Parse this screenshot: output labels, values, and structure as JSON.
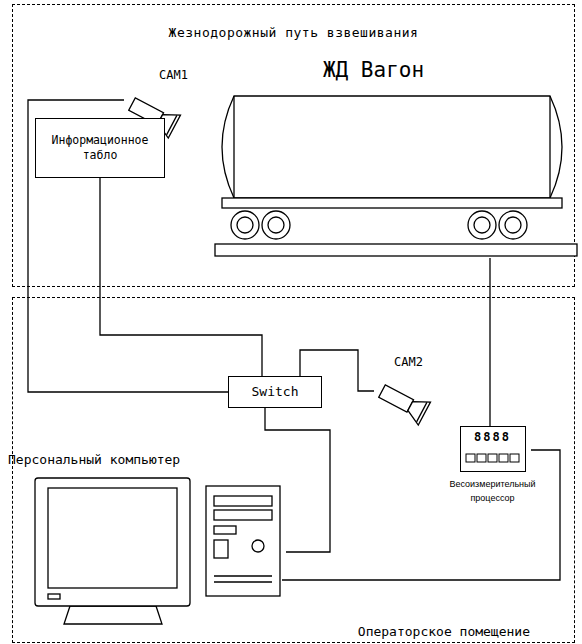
{
  "diagram": {
    "nodes": [
      {
        "text": [
          "Жезнодорожный путь взвешивания"
        ]
      },
      {
        "text": [
          "CAM1"
        ],
        "in": 0
      },
      {
        "text": [
          "ЖД Вагон"
        ],
        "in": 0
      },
      {
        "text": [
          "Информационное табло"
        ],
        "in": 0
      },
      {
        "text": [
          "Операторское помещение"
        ]
      },
      {
        "text": [
          "Switch"
        ],
        "in": 4
      },
      {
        "text": [
          "CAM2"
        ],
        "in": 4
      },
      {
        "text": [
          "Персональный компьютер"
        ],
        "in": 4
      },
      {
        "text": [
          "Весоизмерительный процессор"
        ],
        "in": 4
      }
    ],
    "edges": [
      {
        "from": 1,
        "to": 5,
        "arrow": "none"
      },
      {
        "from": 3,
        "to": 5,
        "arrow": "none"
      },
      {
        "from": 5,
        "to": 6,
        "arrow": "none"
      },
      {
        "from": 5,
        "to": 7,
        "arrow": "none"
      },
      {
        "from": 7,
        "to": 8,
        "arrow": "none"
      },
      {
        "from": 2,
        "to": 8,
        "arrow": "none"
      }
    ],
    "labels": [
      "8888"
    ]
  }
}
